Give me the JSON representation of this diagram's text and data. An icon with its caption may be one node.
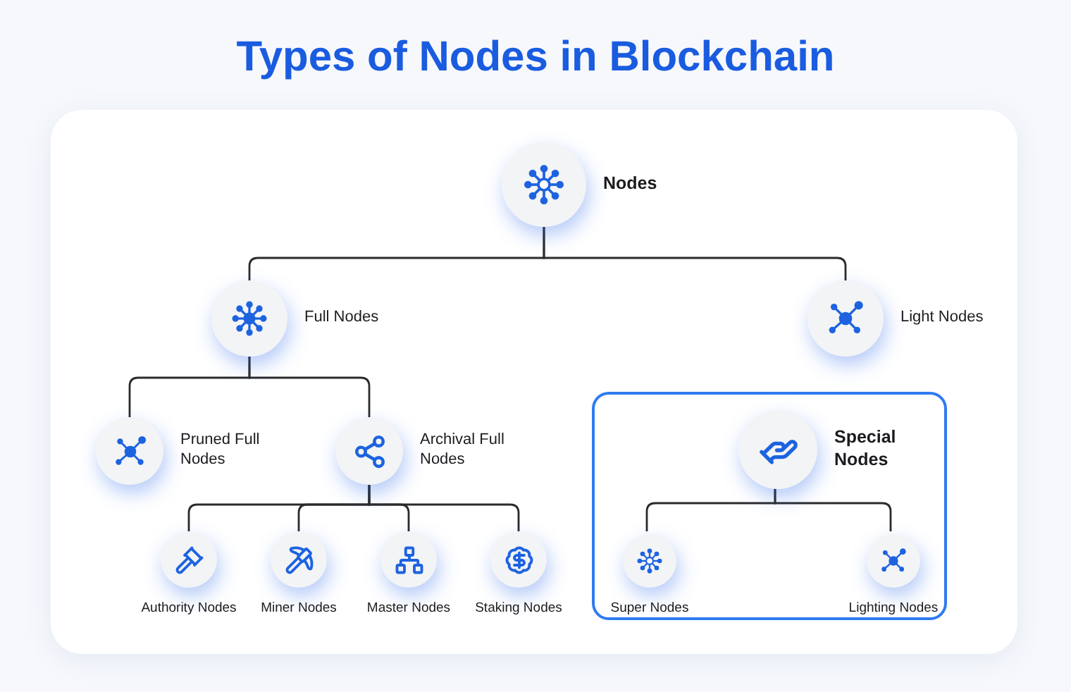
{
  "diagram": {
    "title": "Types of Nodes in Blockchain",
    "nodes": [
      {
        "text": [
          "Nodes"
        ]
      },
      {
        "text": [
          "Full Nodes"
        ]
      },
      {
        "text": [
          "Light Nodes"
        ]
      },
      {
        "text": [
          "Pruned Full Nodes"
        ]
      },
      {
        "text": [
          "Archival Full Nodes"
        ]
      },
      {
        "text": [
          "Authority Nodes"
        ]
      },
      {
        "text": [
          "Miner Nodes"
        ]
      },
      {
        "text": [
          "Master Nodes"
        ]
      },
      {
        "text": [
          "Staking Nodes"
        ]
      },
      {
        "text": [],
        "shape": "box"
      },
      {
        "text": [
          "Special Nodes"
        ],
        "in": 9
      },
      {
        "text": [
          "Super Nodes"
        ],
        "in": 9
      },
      {
        "text": [
          "Lighting Nodes"
        ],
        "in": 9
      }
    ],
    "edges": [
      {
        "from": 0,
        "to": 1,
        "arrow": "none"
      },
      {
        "from": 0,
        "to": 2,
        "arrow": "none"
      },
      {
        "from": 1,
        "to": 3,
        "arrow": "none"
      },
      {
        "from": 1,
        "to": 4,
        "arrow": "none"
      },
      {
        "from": 4,
        "to": 5,
        "arrow": "none"
      },
      {
        "from": 4,
        "to": 6,
        "arrow": "none"
      },
      {
        "from": 4,
        "to": 7,
        "arrow": "none"
      },
      {
        "from": 4,
        "to": 8,
        "arrow": "none"
      },
      {
        "from": 10,
        "to": 11,
        "arrow": "none"
      },
      {
        "from": 10,
        "to": 12,
        "arrow": "none"
      }
    ]
  }
}
